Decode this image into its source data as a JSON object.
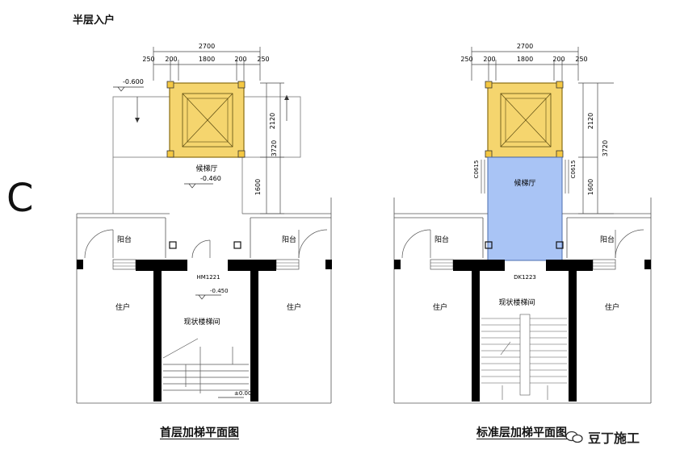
{
  "title": "半层入户",
  "section_letter": "C",
  "plan_left": {
    "caption": "首层加梯平面图",
    "dims_top": {
      "total": "2700",
      "left_offset": "250",
      "left_col": "200",
      "mid": "1800",
      "right_col": "200",
      "right_offset": "250"
    },
    "dims_side": {
      "upper": "2120",
      "total": "3720",
      "lower": "1600"
    },
    "level_top": "-0.600",
    "level_lobby": "-0.460",
    "level_door": "-0.450",
    "level_stair": "±0.000",
    "lobby_label": "候梯厅",
    "balcony_left": "阳台",
    "balcony_right": "阳台",
    "unit_left": "住户",
    "unit_right": "住户",
    "stair_label": "现状楼梯间",
    "door_code": "HM1221"
  },
  "plan_right": {
    "caption": "标准层加梯平面图",
    "dims_top": {
      "total": "2700",
      "left_offset": "250",
      "left_col": "200",
      "mid": "1800",
      "right_col": "200",
      "right_offset": "250"
    },
    "dims_side": {
      "upper": "2120",
      "total": "3720",
      "lower": "1600"
    },
    "window_left": "C0615",
    "window_right": "C0615",
    "lobby_label": "候梯厅",
    "balcony_left": "阳台",
    "balcony_right": "阳台",
    "unit_left": "住户",
    "unit_right": "住户",
    "stair_label": "现状楼梯间",
    "door_code": "DK1223"
  },
  "watermark": "豆丁施工",
  "colors": {
    "elevator_fill": "#f5d56e",
    "lobby_fill": "#a9c4f5",
    "wall": "#000000",
    "line": "#555555"
  }
}
